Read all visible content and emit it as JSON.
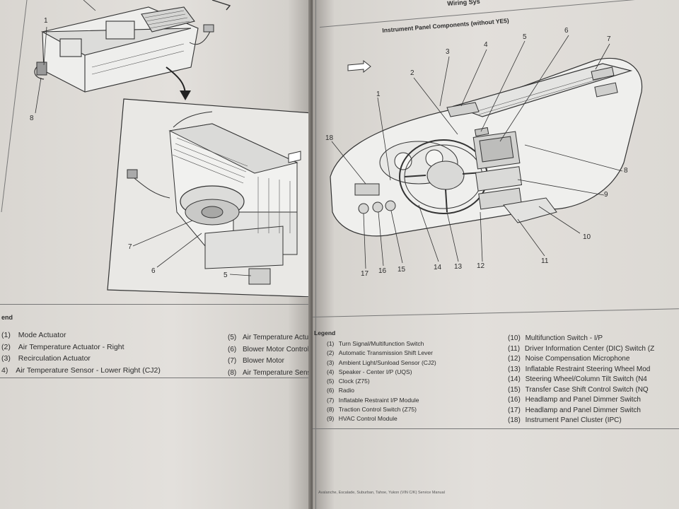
{
  "left_page": {
    "legend_title": "end",
    "legend_col1": [
      {
        "num": "(1)",
        "text": "Mode Actuator"
      },
      {
        "num": "(2)",
        "text": "Air Temperature Actuator - Right"
      },
      {
        "num": "(3)",
        "text": "Recirculation Actuator"
      },
      {
        "num": "4)",
        "text": "Air Temperature Sensor - Lower Right (CJ2)"
      }
    ],
    "legend_col2": [
      {
        "num": "(5)",
        "text": "Air Temperature Actuator"
      },
      {
        "num": "(6)",
        "text": "Blower Motor Control Mod"
      },
      {
        "num": "(7)",
        "text": "Blower Motor"
      },
      {
        "num": "(8)",
        "text": "Air Temperature Sensor"
      }
    ],
    "callouts": [
      "1",
      "8",
      "7",
      "6",
      "5"
    ]
  },
  "right_page": {
    "header": "Wiring Sys",
    "subheader": "Instrument Panel Components (without YE5)",
    "legend_title": "Legend",
    "legend_col1": [
      {
        "num": "(1)",
        "text": "Turn Signal/Multifunction Switch"
      },
      {
        "num": "(2)",
        "text": "Automatic Transmission Shift Lever"
      },
      {
        "num": "(3)",
        "text": "Ambient Light/Sunload Sensor (CJ2)"
      },
      {
        "num": "(4)",
        "text": "Speaker - Center I/P (UQS)"
      },
      {
        "num": "(5)",
        "text": "Clock (Z75)"
      },
      {
        "num": "(6)",
        "text": "Radio"
      },
      {
        "num": "(7)",
        "text": "Inflatable Restraint I/P Module"
      },
      {
        "num": "(8)",
        "text": "Traction Control Switch (Z75)"
      },
      {
        "num": "(9)",
        "text": "HVAC Control Module"
      }
    ],
    "legend_col2": [
      {
        "num": "(10)",
        "text": "Multifunction Switch - I/P"
      },
      {
        "num": "(11)",
        "text": "Driver Information Center (DIC) Switch (Z"
      },
      {
        "num": "(12)",
        "text": "Noise Compensation Microphone"
      },
      {
        "num": "(13)",
        "text": "Inflatable Restraint Steering Wheel Mod"
      },
      {
        "num": "(14)",
        "text": "Steering Wheel/Column Tilt Switch (N4"
      },
      {
        "num": "(15)",
        "text": "Transfer Case Shift Control Switch (NQ"
      },
      {
        "num": "(16)",
        "text": "Headlamp and Panel Dimmer Switch"
      },
      {
        "num": "(17)",
        "text": "Headlamp and Panel Dimmer Switch"
      },
      {
        "num": "(18)",
        "text": "Instrument Panel Cluster (IPC)"
      }
    ],
    "callouts": [
      "1",
      "2",
      "3",
      "4",
      "5",
      "6",
      "7",
      "8",
      "9",
      "10",
      "11",
      "12",
      "13",
      "14",
      "15",
      "16",
      "17",
      "18"
    ],
    "footer": "Avalanche, Escalade, Suburban, Tahoe, Yukon (VIN C/K) Service Manual"
  }
}
